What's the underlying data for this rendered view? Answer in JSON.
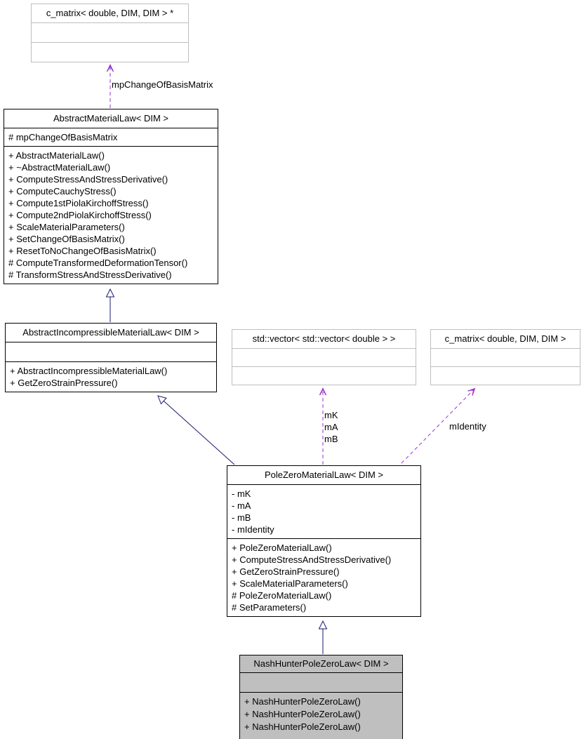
{
  "classes": {
    "c_matrix_ptr": {
      "title": "c_matrix< double, DIM, DIM > *",
      "attributes": [],
      "methods": []
    },
    "abstract_material_law": {
      "title": "AbstractMaterialLaw< DIM >",
      "attributes": [
        "# mpChangeOfBasisMatrix"
      ],
      "methods": [
        "+ AbstractMaterialLaw()",
        "+ ~AbstractMaterialLaw()",
        "+ ComputeStressAndStressDerivative()",
        "+ ComputeCauchyStress()",
        "+ Compute1stPiolaKirchoffStress()",
        "+ Compute2ndPiolaKirchoffStress()",
        "+ ScaleMaterialParameters()",
        "+ SetChangeOfBasisMatrix()",
        "+ ResetToNoChangeOfBasisMatrix()",
        "# ComputeTransformedDeformationTensor()",
        "# TransformStressAndStressDerivative()"
      ]
    },
    "abstract_incompressible_material_law": {
      "title": "AbstractIncompressibleMaterialLaw< DIM >",
      "attributes": [],
      "methods": [
        "+ AbstractIncompressibleMaterialLaw()",
        "+ GetZeroStrainPressure()"
      ]
    },
    "std_vector": {
      "title": "std::vector< std::vector< double > >",
      "attributes": [],
      "methods": []
    },
    "c_matrix": {
      "title": "c_matrix< double, DIM, DIM >",
      "attributes": [],
      "methods": []
    },
    "pole_zero_material_law": {
      "title": "PoleZeroMaterialLaw< DIM >",
      "attributes": [
        "- mK",
        "- mA",
        "- mB",
        "- mIdentity"
      ],
      "methods": [
        "+ PoleZeroMaterialLaw()",
        "+ ComputeStressAndStressDerivative()",
        "+ GetZeroStrainPressure()",
        "+ ScaleMaterialParameters()",
        "# PoleZeroMaterialLaw()",
        "# SetParameters()"
      ]
    },
    "nash_hunter_pole_zero_law": {
      "title": "NashHunterPoleZeroLaw< DIM >",
      "attributes": [],
      "methods": [
        "+ NashHunterPoleZeroLaw()",
        "+ NashHunterPoleZeroLaw()",
        "+ NashHunterPoleZeroLaw()"
      ]
    }
  },
  "edge_labels": {
    "mp_change_of_basis": "mpChangeOfBasisMatrix",
    "mk": "mK",
    "ma": "mA",
    "mb": "mB",
    "midentity": "mIdentity"
  },
  "colors": {
    "background": "#ffffff",
    "node_fill": "#ffffff",
    "current_node_fill": "#bfbfbf",
    "external_border": "#bebebe",
    "inheritance_edge": "#191970",
    "usage_edge": "#9a32cd"
  }
}
